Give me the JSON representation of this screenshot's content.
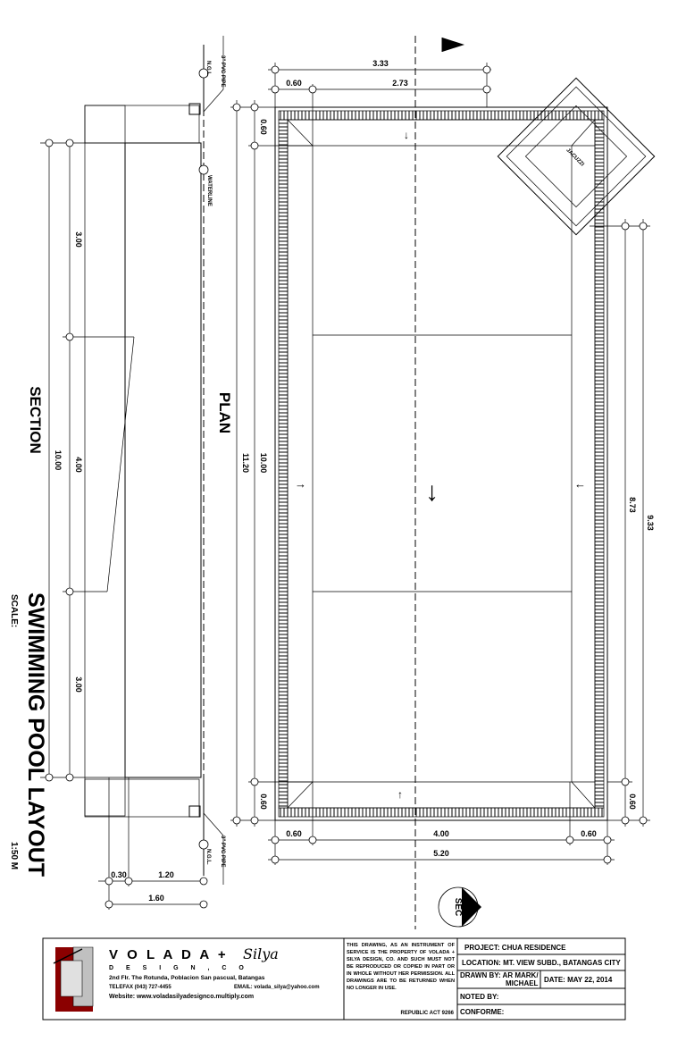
{
  "title": "SWIMMING POOL LAYOUT",
  "scale_label": "SCALE:",
  "scale_value": "1:50 M",
  "section": {
    "title": "SECTION",
    "dims": {
      "overall": "10.00",
      "seg1": "3.00",
      "seg2": "4.00",
      "seg3": "3.00",
      "b1": "0.30",
      "b2": "1.20",
      "b3": "1.60"
    },
    "labels": {
      "pipe_top": "3\" PVC PIPE",
      "ngl_top": "N.G.L.",
      "waterline": "WATERLINE",
      "pipe_bottom": "3\" PVC PIPE",
      "ngl_bottom": "N.G.L."
    }
  },
  "plan": {
    "title": "PLAN",
    "jacuzzi": "JACUZZI",
    "section_marker": "SEC",
    "dims": {
      "top_total": "3.33",
      "top_a": "0.60",
      "top_b": "2.73",
      "left_outer": "11.20",
      "left_inner": "10.00",
      "left_top": "0.60",
      "left_bottom": "0.60",
      "bottom_a": "0.60",
      "bottom_b": "4.00",
      "bottom_c": "0.60",
      "bottom_total": "5.20",
      "right_a": "8.73",
      "right_b": "9.33",
      "right_bottom": "0.60"
    }
  },
  "title_block": {
    "firm_name": "V O L A D A  +",
    "firm_script": "Silya",
    "firm_sub": "D E S I G N ,   C O",
    "address": "2nd Flr. The Rotunda, Poblacion San pascual, Batangas",
    "telefax": "TELEFAX (043) 727-4455",
    "email": "EMAIL: volada_silya@yahoo.com",
    "website": "Website:  www.voladasilyadesignco.multiply.com",
    "notice": "THIS DRAWING, AS AN INSTRUMENT OF SERVICE IS THE PROPERTY OF VOLADA + SILYA DESIGN, CO. AND SUCH MUST NOT BE REPRODUCED OR COPIED IN PART OR IN WHOLE WITHOUT HER PERMISSION. ALL DRAWINGS ARE TO BE RETURNED WHEN NO LONGER IN USE.",
    "republic_act": "REPUBLIC ACT 9266",
    "project": "PROJECT:  CHUA RESIDENCE",
    "location": "LOCATION: MT. VIEW SUBD., BATANGAS CITY",
    "drawn_by": "DRAWN BY:  AR MARK/",
    "drawn_by_2": "MICHAEL",
    "date": "DATE: MAY 22, 2014",
    "noted_by": "NOTED BY:",
    "conforme": "CONFORME:"
  }
}
